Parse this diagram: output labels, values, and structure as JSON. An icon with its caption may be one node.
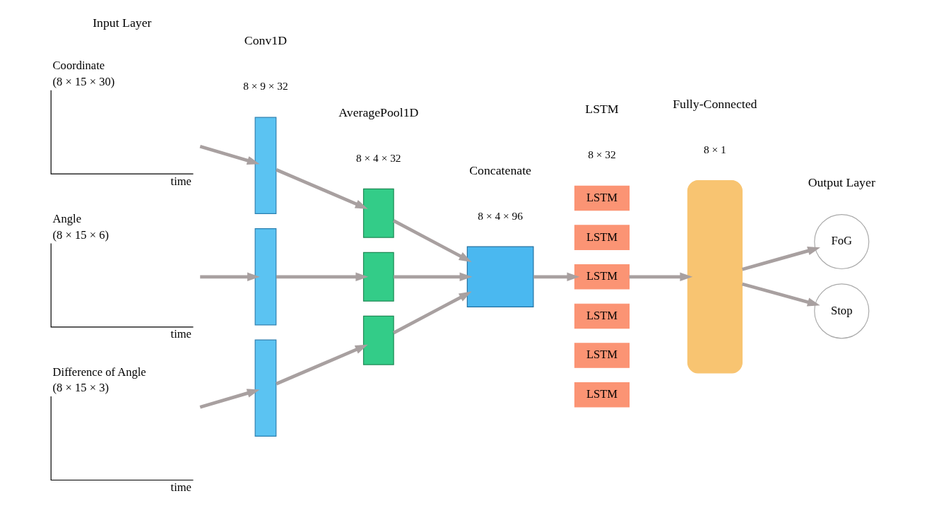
{
  "diagram": {
    "nodes": [
      {
        "text": [
          "Coordinate",
          "(8 × 15 × 30)",
          "time"
        ]
      },
      {
        "text": [
          "Angle",
          "(8 × 15 × 6)",
          "time"
        ]
      },
      {
        "text": [
          "Difference of Angle",
          "(8 × 15 × 3)",
          "time"
        ]
      },
      {
        "text": [],
        "shape": "box"
      },
      {
        "text": [],
        "shape": "box"
      },
      {
        "text": [],
        "shape": "box"
      },
      {
        "text": [],
        "shape": "box"
      },
      {
        "text": [],
        "shape": "box"
      },
      {
        "text": [],
        "shape": "box"
      },
      {
        "text": [],
        "shape": "box"
      },
      {
        "text": [
          "LSTM"
        ]
      },
      {
        "text": [
          "LSTM"
        ]
      },
      {
        "text": [
          "LSTM"
        ]
      },
      {
        "text": [
          "LSTM"
        ]
      },
      {
        "text": [
          "LSTM"
        ]
      },
      {
        "text": [
          "LSTM"
        ]
      },
      {
        "text": [],
        "shape": "box"
      },
      {
        "text": [
          "FoG"
        ]
      },
      {
        "text": [
          "Stop"
        ]
      }
    ],
    "edges": [
      {
        "from": 0,
        "to": 3,
        "arrow": "to"
      },
      {
        "from": 1,
        "to": 4,
        "arrow": "to"
      },
      {
        "from": 2,
        "to": 5,
        "arrow": "to"
      },
      {
        "from": 3,
        "to": 6,
        "arrow": "to"
      },
      {
        "from": 4,
        "to": 7,
        "arrow": "to"
      },
      {
        "from": 5,
        "to": 8,
        "arrow": "to"
      },
      {
        "from": 6,
        "to": 9,
        "arrow": "to"
      },
      {
        "from": 7,
        "to": 9,
        "arrow": "to"
      },
      {
        "from": 8,
        "to": 9,
        "arrow": "to"
      },
      {
        "from": 9,
        "to": 12,
        "arrow": "to"
      },
      {
        "from": 12,
        "to": 16,
        "arrow": "to"
      },
      {
        "from": 16,
        "to": 17,
        "arrow": "to"
      },
      {
        "from": 16,
        "to": 18,
        "arrow": "to"
      }
    ],
    "labels": [
      "Input Layer",
      "Conv1D",
      "8 × 9 × 32",
      "AveragePool1D",
      "8 × 4 × 32",
      "Concatenate",
      "8 × 4 × 96",
      "LSTM",
      "8 × 32",
      "Fully-Connected",
      "8 × 1",
      "Output Layer"
    ]
  }
}
